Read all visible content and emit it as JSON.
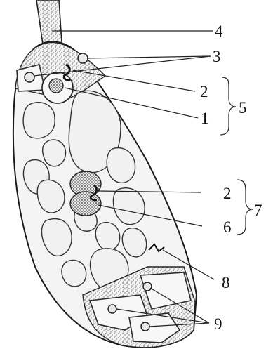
{
  "labels": {
    "l1": "1",
    "l2a": "2",
    "l2b": "2",
    "l3": "3",
    "l4": "4",
    "l5": "5",
    "l6": "6",
    "l7": "7",
    "l8": "8",
    "l9": "9"
  }
}
